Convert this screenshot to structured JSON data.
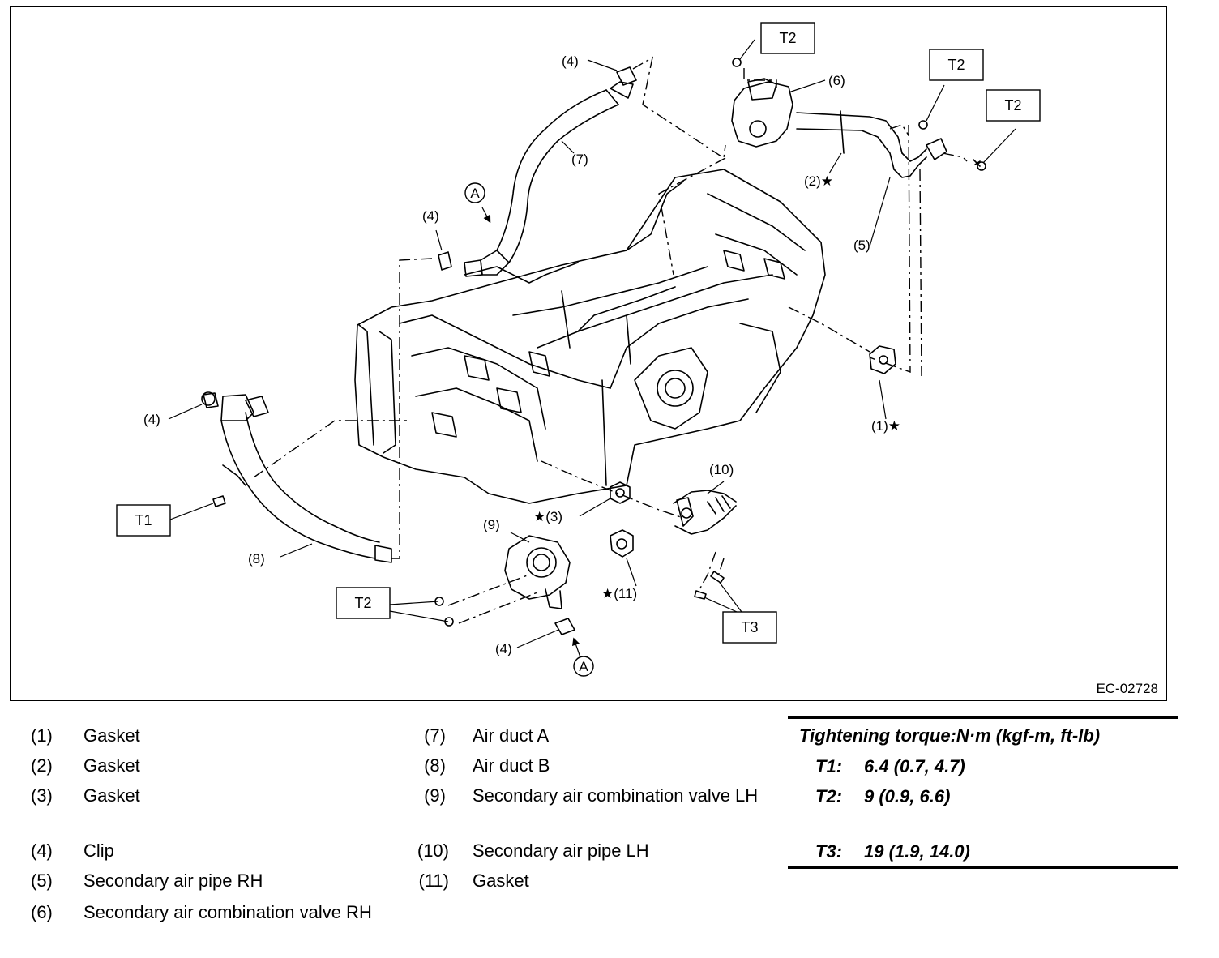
{
  "figure": {
    "id": "EC-02728",
    "callouts": {
      "c1": "(1)★",
      "c2": "(2)★",
      "c3": "★(3)",
      "c4a": "(4)",
      "c4b": "(4)",
      "c4c": "(4)",
      "c4d": "(4)",
      "c5": "(5)",
      "c6": "(6)",
      "c7": "(7)",
      "c8": "(8)",
      "c9": "(9)",
      "c10": "(10)",
      "c11": "★(11)",
      "ref_a1": "A",
      "ref_a2": "A"
    },
    "torque_boxes": {
      "t2_top": "T2",
      "t2_right1": "T2",
      "t2_right2": "T2",
      "t1": "T1",
      "t2_bottom": "T2",
      "t3": "T3"
    }
  },
  "legend": {
    "items": [
      {
        "num": "(1)",
        "text": "Gasket"
      },
      {
        "num": "(2)",
        "text": "Gasket"
      },
      {
        "num": "(3)",
        "text": "Gasket"
      },
      {
        "num": "(4)",
        "text": "Clip"
      },
      {
        "num": "(5)",
        "text": "Secondary air pipe RH"
      },
      {
        "num": "(6)",
        "text": "Secondary air combination valve RH"
      },
      {
        "num": "(7)",
        "text": "Air duct A"
      },
      {
        "num": "(8)",
        "text": "Air duct B"
      },
      {
        "num": "(9)",
        "text": "Secondary air combination valve LH"
      },
      {
        "num": "(10)",
        "text": "Secondary air pipe LH"
      },
      {
        "num": "(11)",
        "text": "Gasket"
      }
    ]
  },
  "torque": {
    "title": "Tightening torque:N·m (kgf-m, ft-lb)",
    "rows": [
      {
        "key": "T1:",
        "value": "6.4 (0.7, 4.7)"
      },
      {
        "key": "T2:",
        "value": "9 (0.9, 6.6)"
      },
      {
        "key": "T3:",
        "value": "19 (1.9, 14.0)"
      }
    ]
  }
}
